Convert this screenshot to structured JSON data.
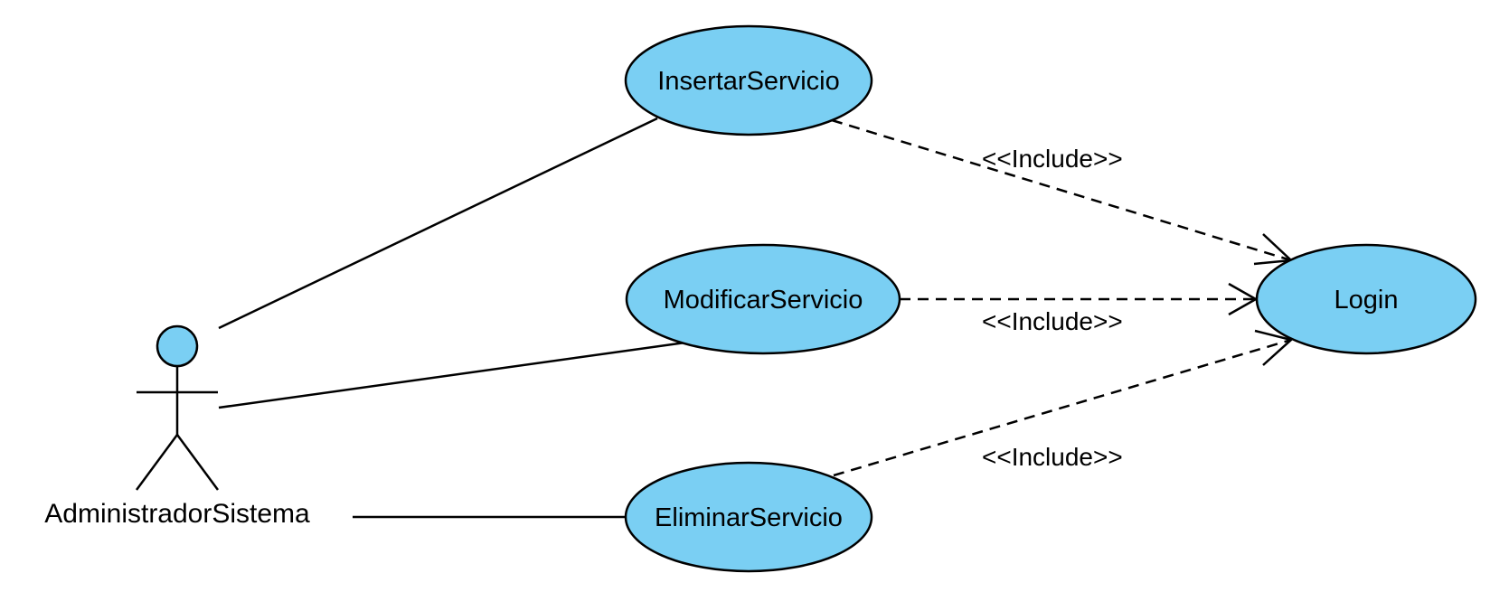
{
  "colors": {
    "usecase_fill": "#7ACFF3",
    "line": "#000000",
    "background": "#ffffff"
  },
  "actor": {
    "name": "AdministradorSistema"
  },
  "use_cases": {
    "insertar": "InsertarServicio",
    "modificar": "ModificarServicio",
    "eliminar": "EliminarServicio",
    "login": "Login"
  },
  "relationships": {
    "include_insertar": "<<Include>>",
    "include_modificar": "<<Include>>",
    "include_eliminar": "<<Include>>"
  }
}
